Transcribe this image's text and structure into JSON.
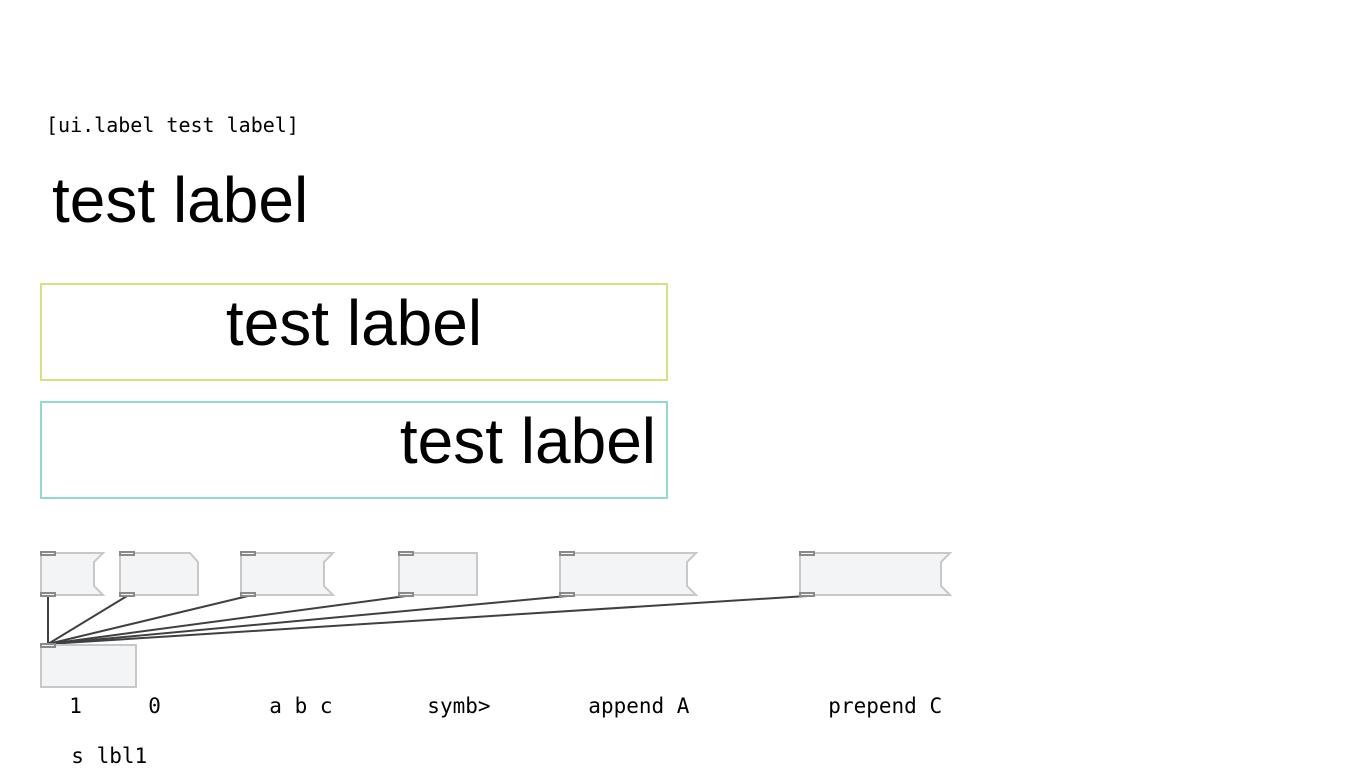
{
  "comment": "[ui.label test label]",
  "labels": {
    "plain": "test label",
    "centered": "test label",
    "right": "test label"
  },
  "colors": {
    "centered_border": "#d2e37f",
    "right_border": "#8fdccd",
    "box_fill": "#f3f4f5",
    "box_border": "#c8c8c8",
    "wire": "#404040"
  },
  "messages": {
    "one": "1",
    "zero": "0",
    "abc": "a b c",
    "symb": "symb>",
    "append": "append A",
    "prepend": "prepend C"
  },
  "send_object": "s lbl1"
}
